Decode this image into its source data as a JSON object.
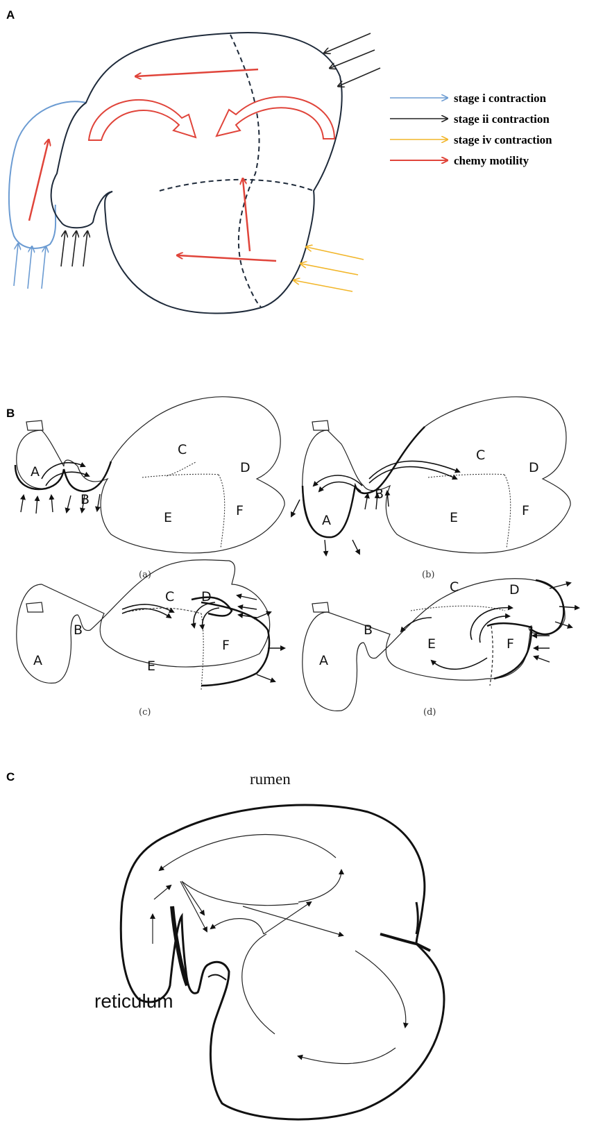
{
  "panels": {
    "a": {
      "label": "A"
    },
    "b": {
      "label": "B"
    },
    "c": {
      "label": "C"
    }
  },
  "legend": [
    {
      "label": "stage i  contraction",
      "color": "#6b9bd2"
    },
    {
      "label": "stage ii contraction",
      "color": "#222222"
    },
    {
      "label": "stage iv contraction",
      "color": "#f2b62a"
    },
    {
      "label": "chemy   motility",
      "color": "#e0443a"
    }
  ],
  "diagram_b": {
    "subfigures": [
      {
        "caption": "(a)"
      },
      {
        "caption": "(b)"
      },
      {
        "caption": "(c)"
      },
      {
        "caption": "(d)"
      }
    ],
    "letters": [
      "A",
      "B",
      "C",
      "D",
      "E",
      "F"
    ]
  },
  "diagram_c": {
    "title": "rumen",
    "label": "reticulum"
  },
  "colors": {
    "outline": "#1e2a3a",
    "stage_i": "#6b9bd2",
    "stage_iv": "#f2b62a",
    "motility": "#e0443a"
  }
}
